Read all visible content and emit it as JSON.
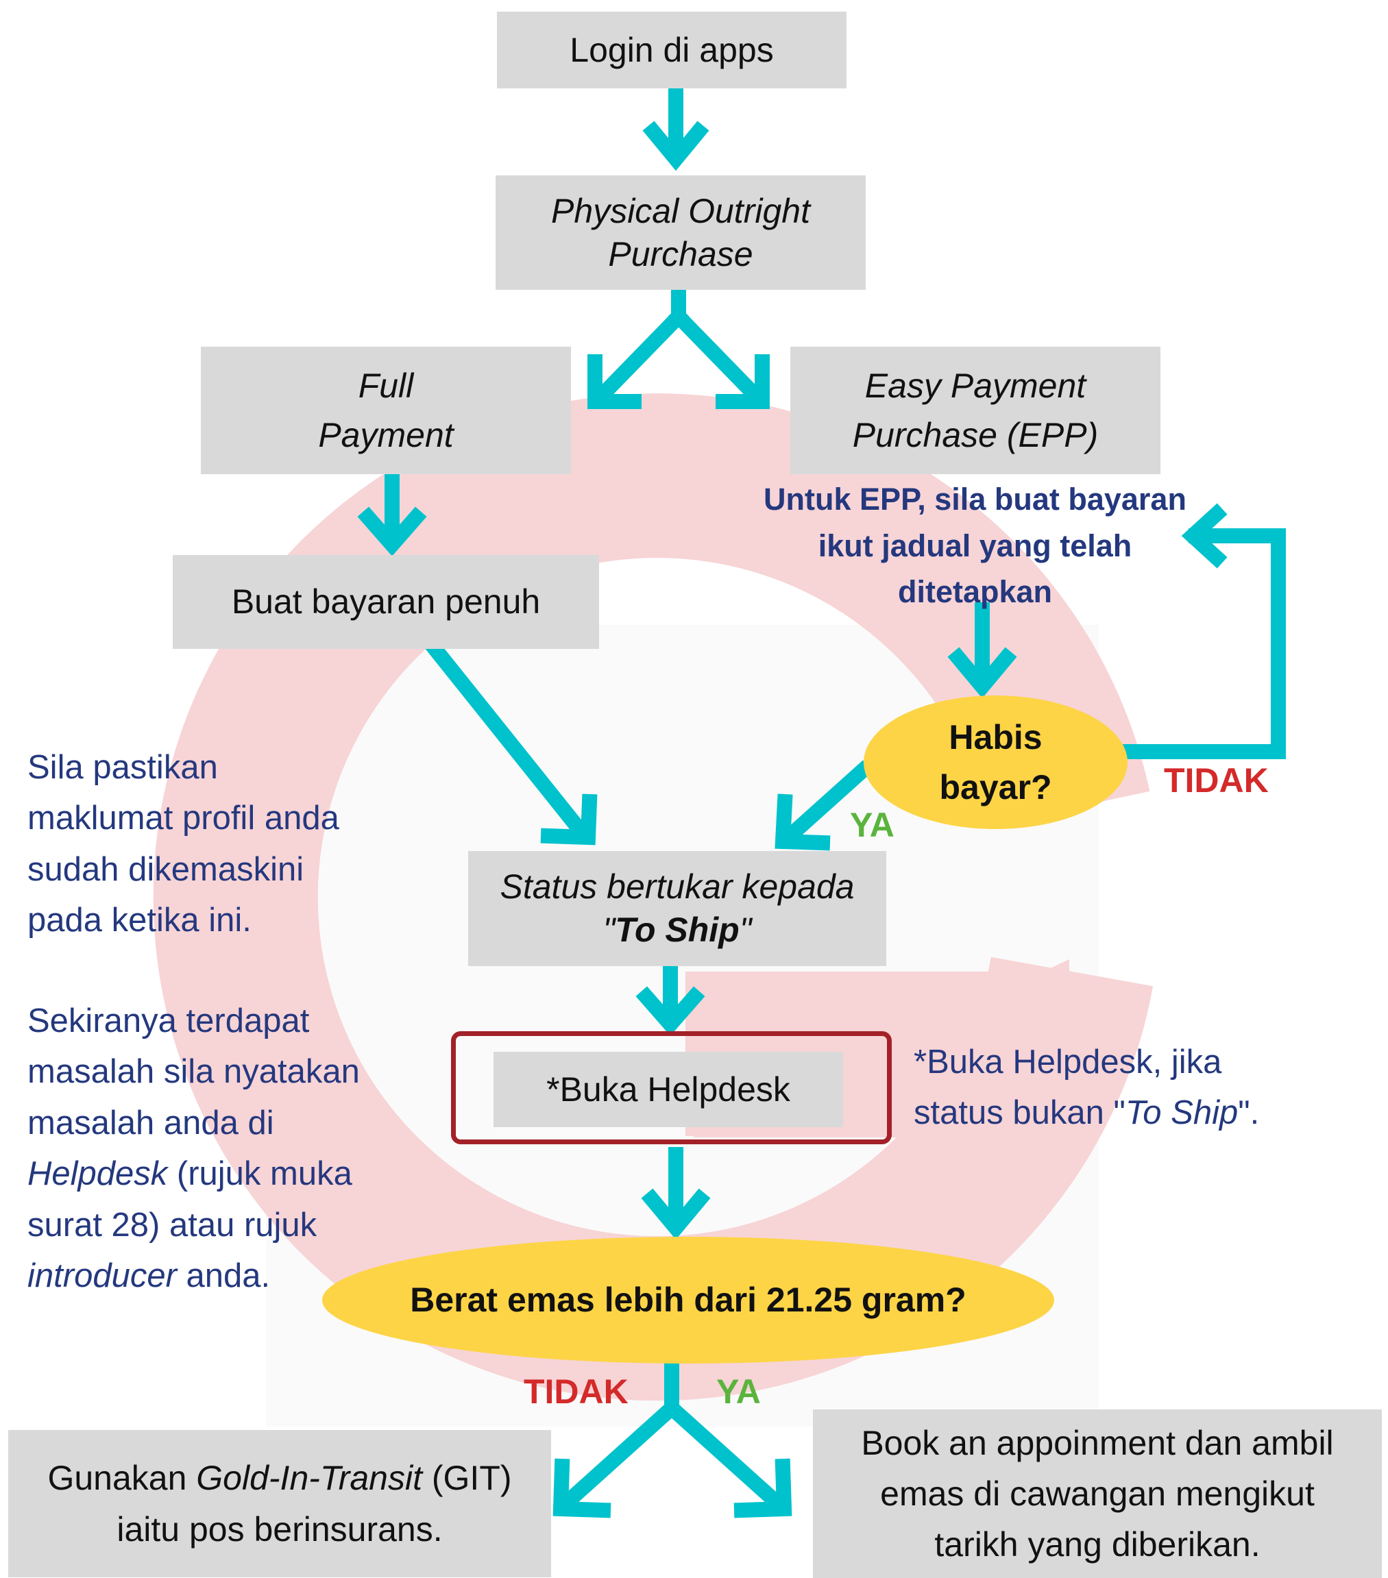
{
  "colors": {
    "box": "#d9d9d9",
    "arrow": "#00c2cc",
    "decision": "#fdd446",
    "navy_text": "#24387e",
    "no_label": "#d42a2a",
    "yes_label": "#5ab43c",
    "highlight_border": "#a32128",
    "watermark": "#f7d4d6"
  },
  "watermark": {
    "icon": "large-g-logo-icon"
  },
  "nodes": {
    "login": "Login di apps",
    "physical": {
      "line1": "Physical Outright",
      "line2": "Purchase"
    },
    "full_payment": {
      "line1": "Full",
      "line2": "Payment"
    },
    "epp": {
      "line1": "Easy Payment",
      "line2": "Purchase (EPP)"
    },
    "epp_note": {
      "line1": "Untuk EPP, sila buat bayaran",
      "line2": "ikut jadual yang telah",
      "line3": "ditetapkan"
    },
    "buat_bayaran": "Buat bayaran penuh",
    "habis_bayar": {
      "line1": "Habis",
      "line2": "bayar?"
    },
    "status": {
      "line1": "Status bertukar kepada",
      "quote_open": "\"",
      "emph": "To Ship",
      "quote_close": "\""
    },
    "helpdesk": "*Buka Helpdesk",
    "berat": "Berat emas lebih dari 21.25 gram?",
    "git": {
      "pre": "Gunakan ",
      "emph": "Gold-In-Transit",
      "post": " (GIT)",
      "line2": "iaitu pos berinsurans."
    },
    "book": {
      "line1": "Book an appoinment dan ambil",
      "line2": "emas di cawangan mengikut",
      "line3": "tarikh yang diberikan."
    }
  },
  "labels": {
    "tidak_epp": "TIDAK",
    "ya_epp": "YA",
    "tidak_weight": "TIDAK",
    "ya_weight": "YA"
  },
  "side_notes": {
    "profile": {
      "line1": "Sila pastikan",
      "line2": "maklumat profil anda",
      "line3": "sudah dikemaskini",
      "line4": "pada ketika ini."
    },
    "problem": {
      "line1": "Sekiranya terdapat",
      "line2": "masalah sila nyatakan",
      "line3": "masalah anda di",
      "line4_emph": "Helpdesk",
      "line4_post": " (rujuk muka",
      "line5": "surat 28) atau rujuk",
      "line6_emph": "introducer",
      "line6_post": " anda."
    },
    "helpdesk_note": {
      "line1": "*Buka Helpdesk, jika",
      "line2_pre": "status bukan \"",
      "line2_emph": "To Ship",
      "line2_post": "\"."
    }
  }
}
